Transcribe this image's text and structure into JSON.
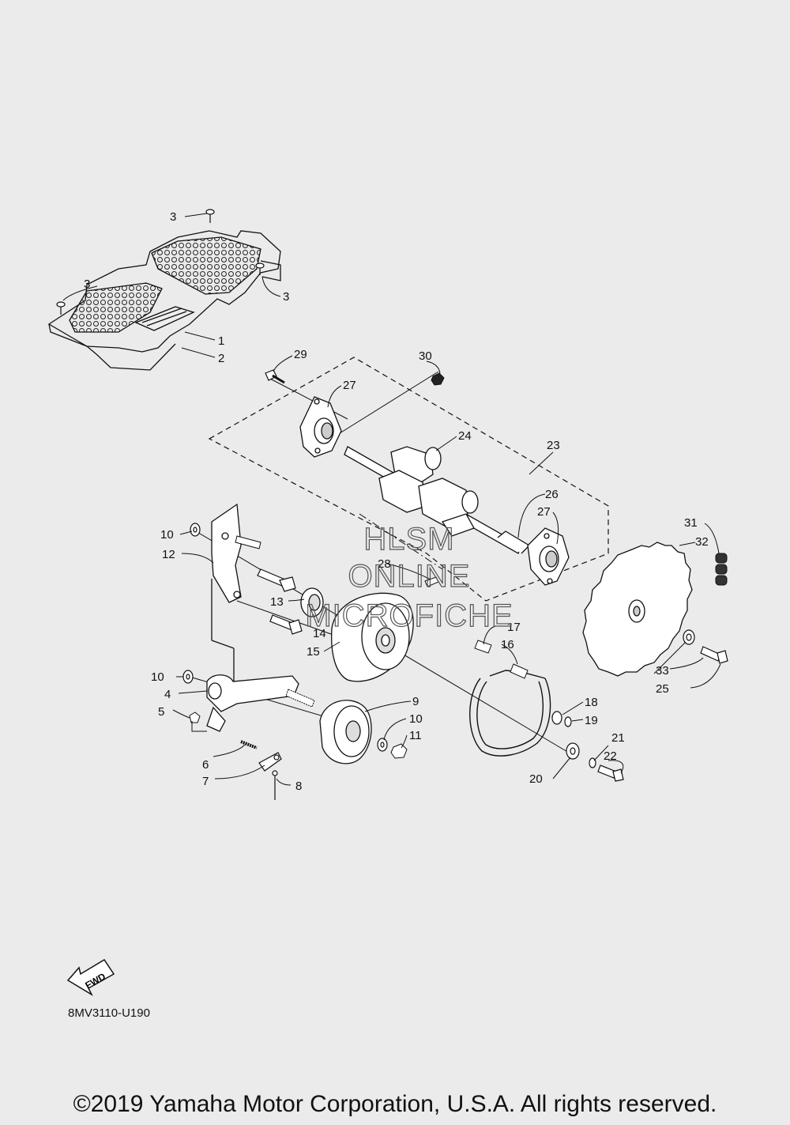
{
  "diagram": {
    "callouts": {
      "c1": "1",
      "c2": "2",
      "c3a": "3",
      "c3b": "3",
      "c3c": "3",
      "c4": "4",
      "c5": "5",
      "c6": "6",
      "c7": "7",
      "c8": "8",
      "c9": "9",
      "c10a": "10",
      "c10b": "10",
      "c10c": "10",
      "c11": "11",
      "c12": "12",
      "c13": "13",
      "c14": "14",
      "c15": "15",
      "c16": "16",
      "c17": "17",
      "c18": "18",
      "c19": "19",
      "c20": "20",
      "c21": "21",
      "c22": "22",
      "c23": "23",
      "c24": "24",
      "c25": "25",
      "c26": "26",
      "c27a": "27",
      "c27b": "27",
      "c28": "28",
      "c29": "29",
      "c30": "30",
      "c31": "31",
      "c32": "32",
      "c33": "33"
    },
    "watermark": {
      "line1": "HLSM",
      "line2": "ONLINE",
      "line3": "MICROFICHE"
    },
    "fwd_label": "FWD",
    "part_code": "8MV3110-U190"
  },
  "footer": {
    "copyright": "©2019 Yamaha Motor Corporation, U.S.A. All rights reserved."
  }
}
